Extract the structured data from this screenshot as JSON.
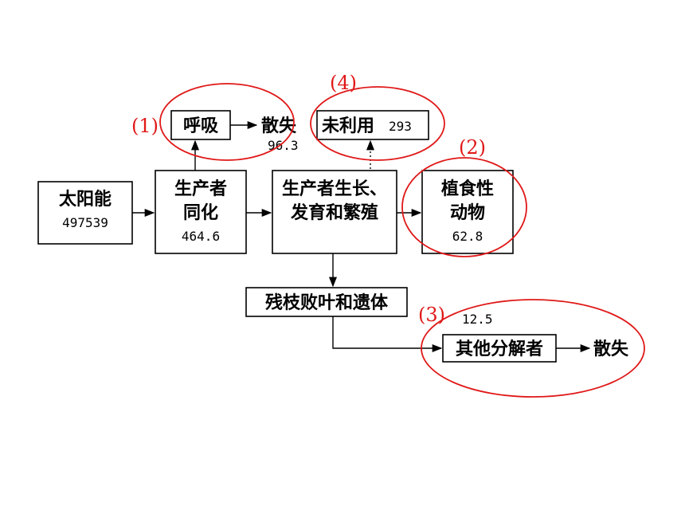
{
  "nodes": {
    "sun": {
      "label": "太阳能",
      "value": "497539"
    },
    "producer": {
      "line1": "生产者",
      "line2": "同化",
      "value": "464.6"
    },
    "respiration": {
      "label": "呼吸"
    },
    "dissipation_top": {
      "label": "散失",
      "value": "96.3"
    },
    "growth": {
      "line1": "生产者生长、",
      "line2": "发育和繁殖"
    },
    "unused": {
      "label": "未利用",
      "value": "293"
    },
    "herbivore": {
      "line1": "植食性",
      "line2": "动物",
      "value": "62.8"
    },
    "residue": {
      "label": "残枝败叶和遗体"
    },
    "decomposer": {
      "label": "其他分解者",
      "value": "12.5"
    },
    "dissipation_bottom": {
      "label": "散失"
    }
  },
  "annotations": {
    "a1": "(1)",
    "a2": "(2)",
    "a3": "(3)",
    "a4": "(4)"
  },
  "colors": {
    "annotation": "#e01818",
    "line": "#000000"
  }
}
